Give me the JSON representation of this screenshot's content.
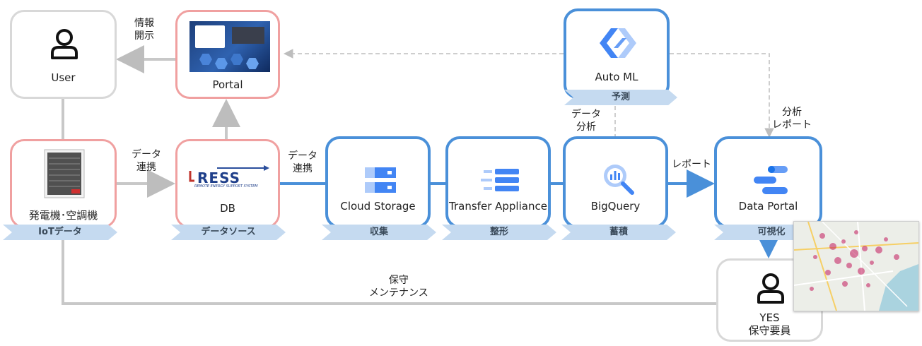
{
  "nodes": {
    "user": {
      "label": "User"
    },
    "portal": {
      "label": "Portal"
    },
    "automl": {
      "label": "Auto ML"
    },
    "generator": {
      "label": "発電機･空調機"
    },
    "db": {
      "label": "DB"
    },
    "cloud_storage": {
      "label": "Cloud Storage"
    },
    "transfer_appliance": {
      "label": "Transfer Appliance"
    },
    "bigquery": {
      "label": "BigQuery"
    },
    "data_portal": {
      "label": "Data Portal"
    },
    "yes": {
      "label_line1": "YES",
      "label_line2": "保守要員"
    }
  },
  "tags": {
    "iot": "IoTデータ",
    "source": "データソース",
    "collect": "収集",
    "shape": "整形",
    "store": "蓄積",
    "visualize": "可視化",
    "predict": "予測"
  },
  "notes": {
    "info_disclosure": [
      "情報",
      "開示"
    ],
    "data_link_1": [
      "データ",
      "連携"
    ],
    "data_link_2": [
      "データ",
      "連携"
    ],
    "data_analysis": [
      "データ",
      "分析"
    ],
    "analysis_report": [
      "分析",
      "レポート"
    ],
    "report": "レポート",
    "maintenance": [
      "保守",
      "メンテナンス"
    ]
  },
  "logos": {
    "ress": "RESS",
    "ress_sub": "REMOTE ENERGY SUPPORT SYSTEM"
  },
  "colors": {
    "gray_border": "#d8d8d8",
    "pink_border": "#f0a0a0",
    "blue_border": "#4a90d9",
    "tag_fill": "#c5daf0",
    "gcp_blue": "#4285f4"
  }
}
